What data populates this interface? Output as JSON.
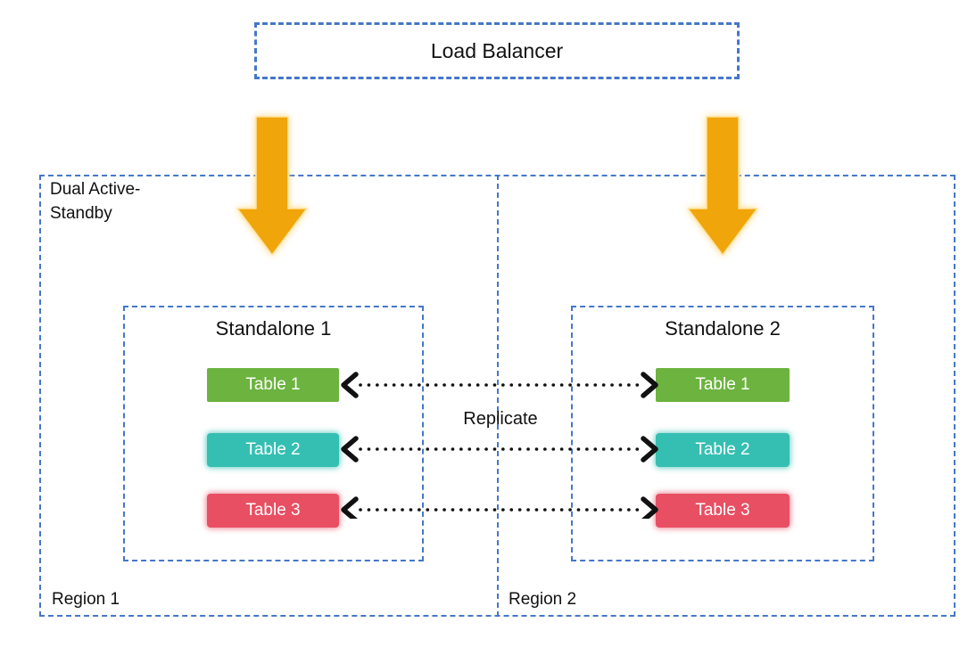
{
  "load_balancer": {
    "label": "Load Balancer"
  },
  "cluster": {
    "label": "Dual Active-Standby"
  },
  "replicate_label": "Replicate",
  "regions": [
    {
      "label": "Region 1",
      "standalone": {
        "title": "Standalone 1",
        "tables": [
          {
            "label": "Table 1",
            "color": "#6CB33F"
          },
          {
            "label": "Table 2",
            "color": "#35BFB2"
          },
          {
            "label": "Table 3",
            "color": "#E84F63"
          }
        ]
      }
    },
    {
      "label": "Region 2",
      "standalone": {
        "title": "Standalone 2",
        "tables": [
          {
            "label": "Table 1",
            "color": "#6CB33F"
          },
          {
            "label": "Table 2",
            "color": "#35BFB2"
          },
          {
            "label": "Table 3",
            "color": "#E84F63"
          }
        ]
      }
    }
  ],
  "colors": {
    "dashed_border_blue": "#4677C8",
    "flow_arrow_gold": "#F0A50A",
    "flow_arrow_glow": "#FFE3A0",
    "replication_arrow_black": "#111111",
    "table_text_white": "#FFFFFF",
    "diagram_text_black": "#1A1A1A"
  },
  "icons": {
    "flow_arrow": "down-arrow",
    "replication_arrow": "dotted-double-arrow"
  }
}
